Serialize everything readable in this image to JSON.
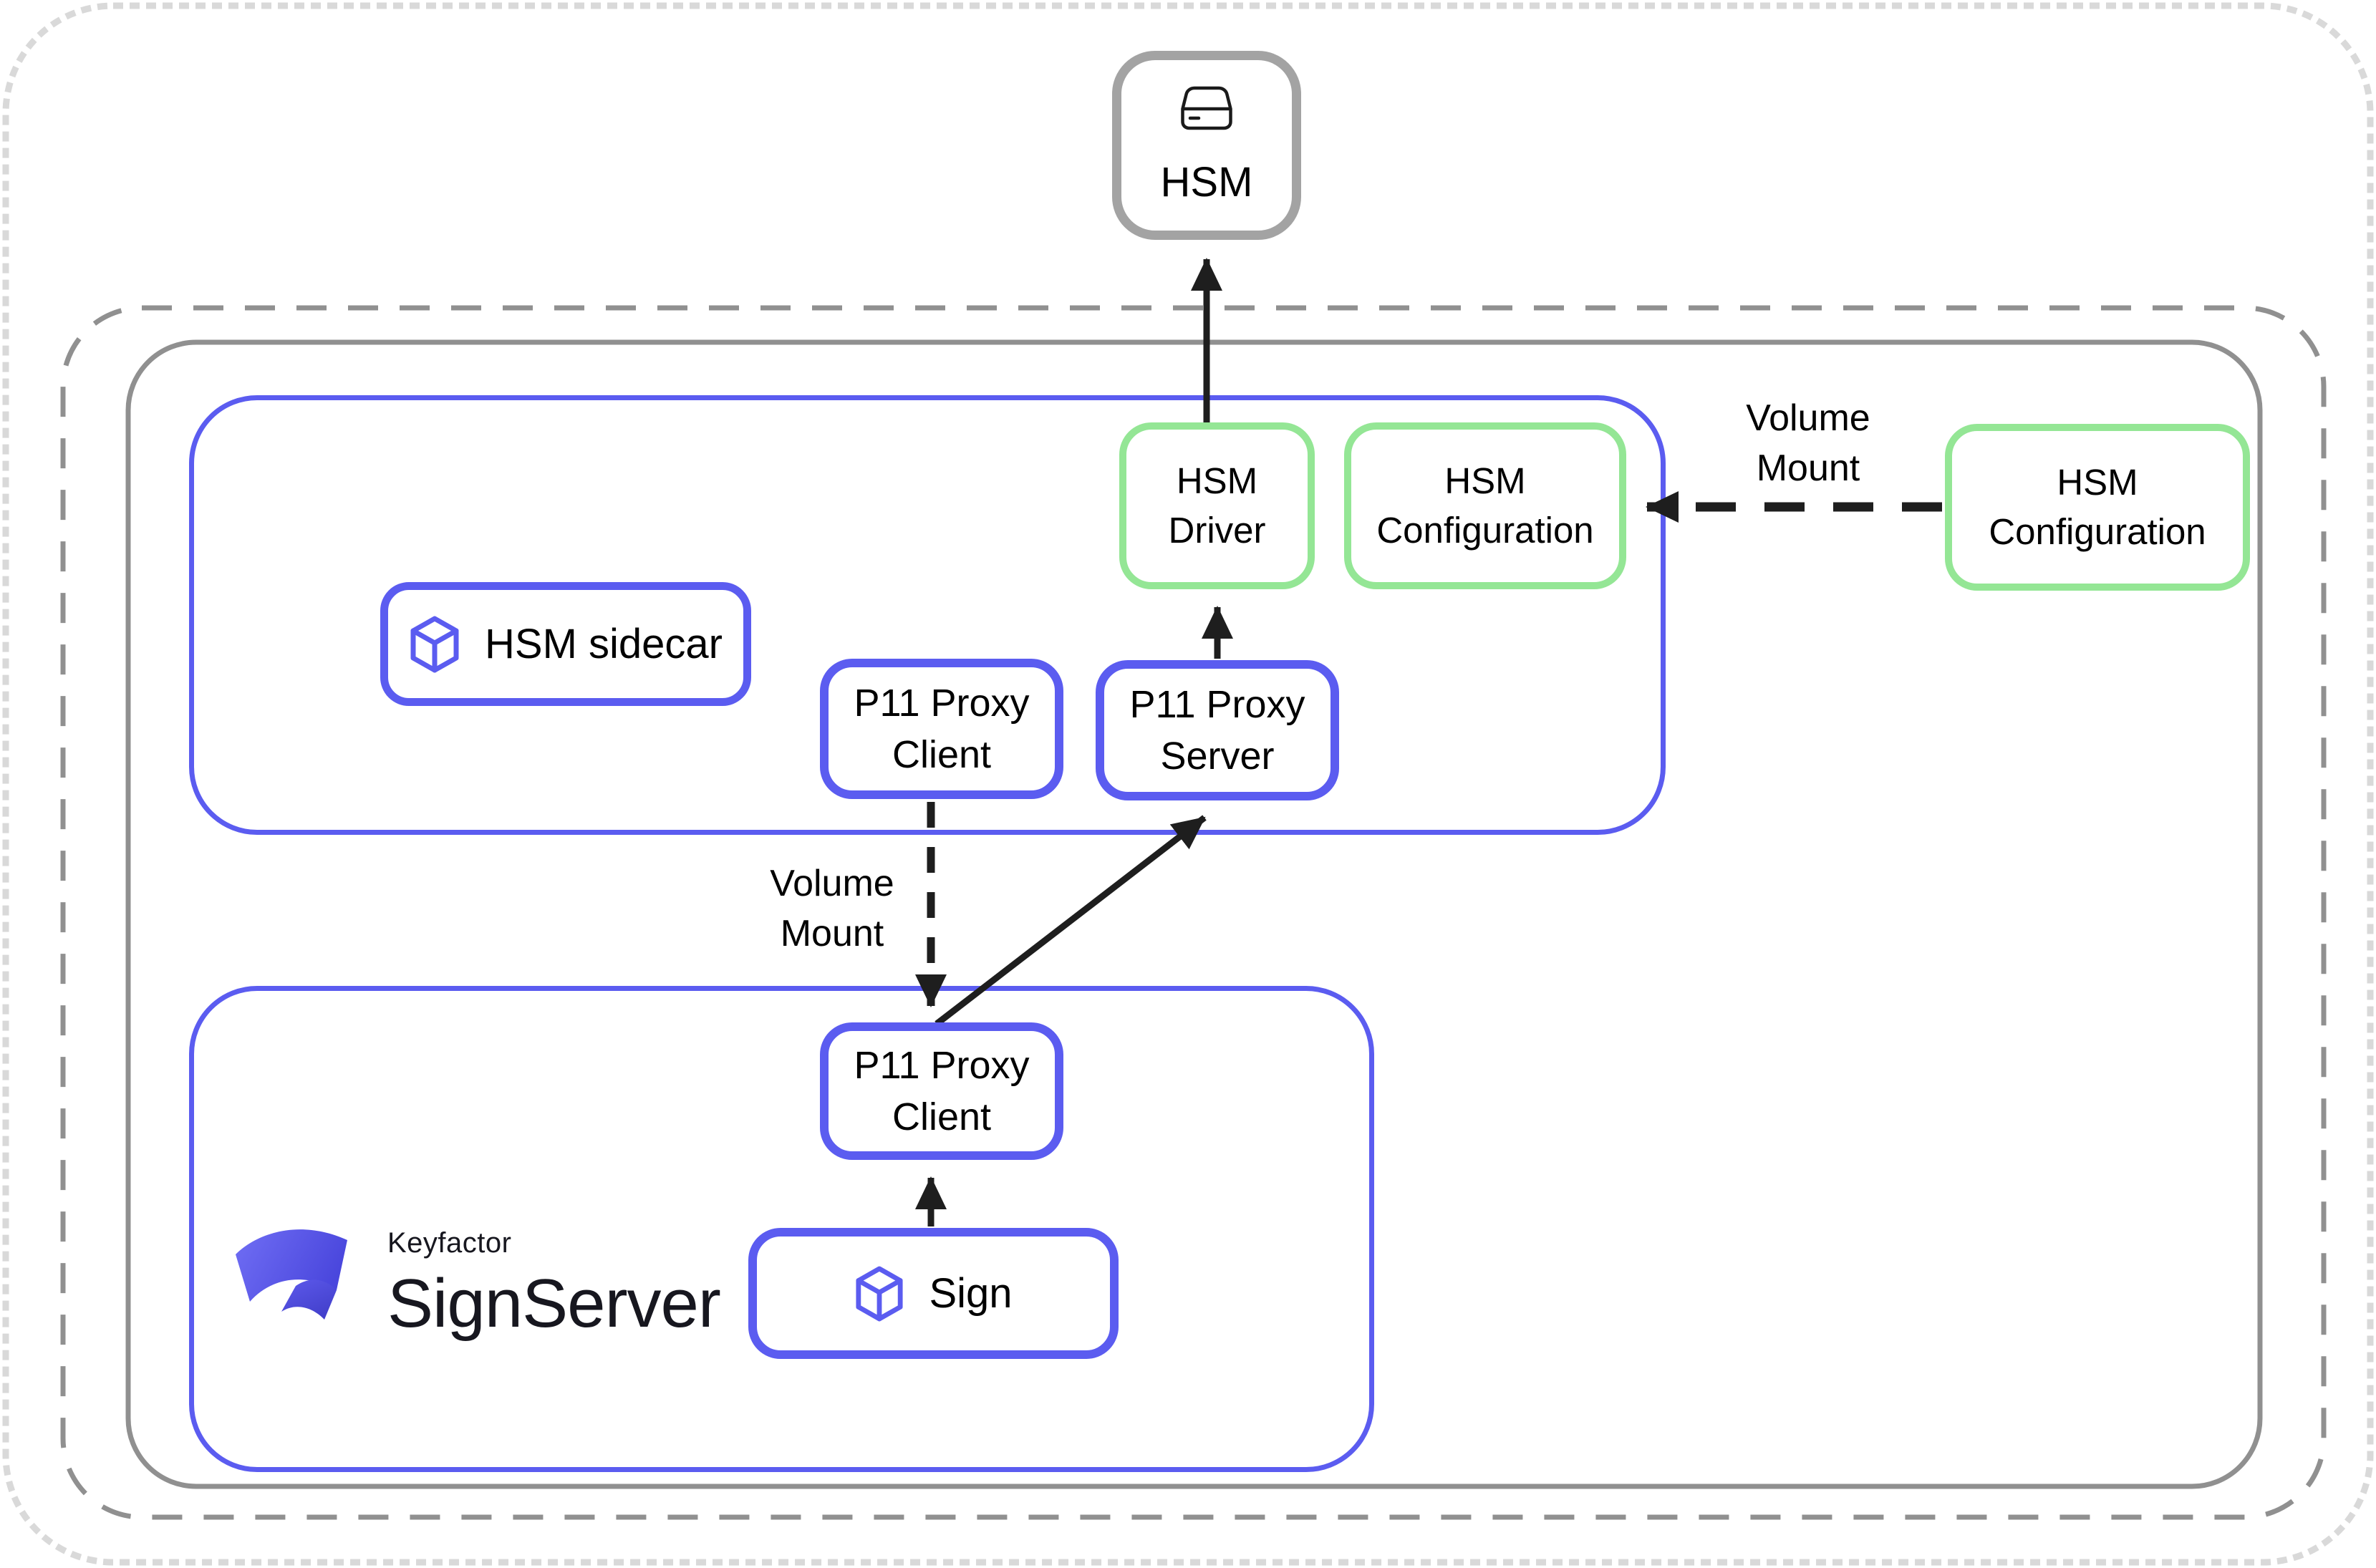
{
  "diagram": {
    "hsm_node": {
      "label": "HSM",
      "icon": "drive-icon"
    },
    "sidecar_pod": {
      "badge": {
        "label": "HSM sidecar",
        "icon": "cube-icon"
      },
      "hsm_driver": {
        "line1": "HSM",
        "line2": "Driver"
      },
      "hsm_configuration": {
        "line1": "HSM",
        "line2": "Configuration"
      },
      "p11_proxy_client": {
        "line1": "P11 Proxy",
        "line2": "Client"
      },
      "p11_proxy_server": {
        "line1": "P11 Proxy",
        "line2": "Server"
      }
    },
    "signserver_pod": {
      "p11_proxy_client": {
        "line1": "P11 Proxy",
        "line2": "Client"
      },
      "sign": {
        "label": "Sign",
        "icon": "cube-icon"
      }
    },
    "external": {
      "hsm_configuration": {
        "line1": "HSM",
        "line2": "Configuration"
      }
    },
    "edge_labels": {
      "volume_mount_config": {
        "line1": "Volume",
        "line2": "Mount"
      },
      "volume_mount_proxy": {
        "line1": "Volume",
        "line2": "Mount"
      }
    },
    "logo": {
      "brand": "Keyfactor",
      "product": "SignServer"
    }
  },
  "colors": {
    "accent": "#5B5CF0",
    "green": "#94E695",
    "grayBorder": "#909090",
    "hsmBorder": "#A3A3A3",
    "ink": "#1E1E1E",
    "outerDash": "#D9D9D9",
    "logoLight": "#706EF4",
    "logoDark": "#4340CC"
  }
}
